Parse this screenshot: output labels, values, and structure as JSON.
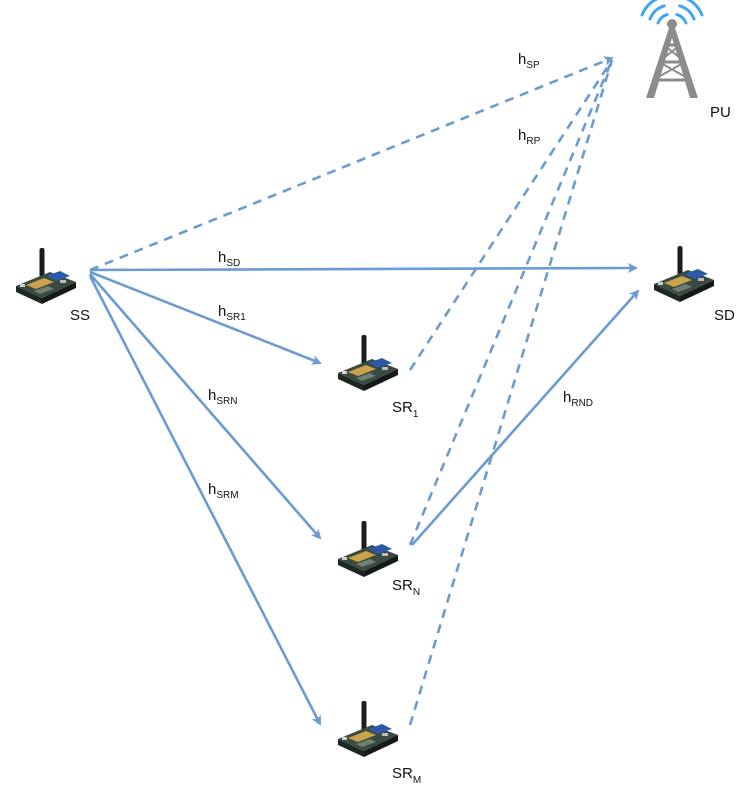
{
  "colors": {
    "link": "#6b9bd1",
    "text": "#111111",
    "tower": "#8c8c8c",
    "signal": "#3ea6f0",
    "board": "#2b3a33",
    "antenna": "#1c1c1c"
  },
  "nodes": {
    "ss": {
      "label": "SS",
      "icon": "sensor-board-icon"
    },
    "pu": {
      "label": "PU",
      "icon": "radio-tower-icon"
    },
    "sd": {
      "label": "SD",
      "icon": "sensor-board-icon"
    },
    "sr1": {
      "label": "SR",
      "sub": "1",
      "icon": "sensor-board-icon"
    },
    "srn": {
      "label": "SR",
      "sub": "N",
      "icon": "sensor-board-icon"
    },
    "srm": {
      "label": "SR",
      "sub": "M",
      "icon": "sensor-board-icon"
    }
  },
  "links": {
    "h_sp": {
      "main": "h",
      "sub": "SP"
    },
    "h_rp": {
      "main": "h",
      "sub": "RP"
    },
    "h_sd": {
      "main": "h",
      "sub": "SD"
    },
    "h_sr1": {
      "main": "h",
      "sub": "SR1"
    },
    "h_srn": {
      "main": "h",
      "sub": "SRN"
    },
    "h_srm": {
      "main": "h",
      "sub": "SRM"
    },
    "h_rnd": {
      "main": "h",
      "sub": "RND"
    }
  }
}
